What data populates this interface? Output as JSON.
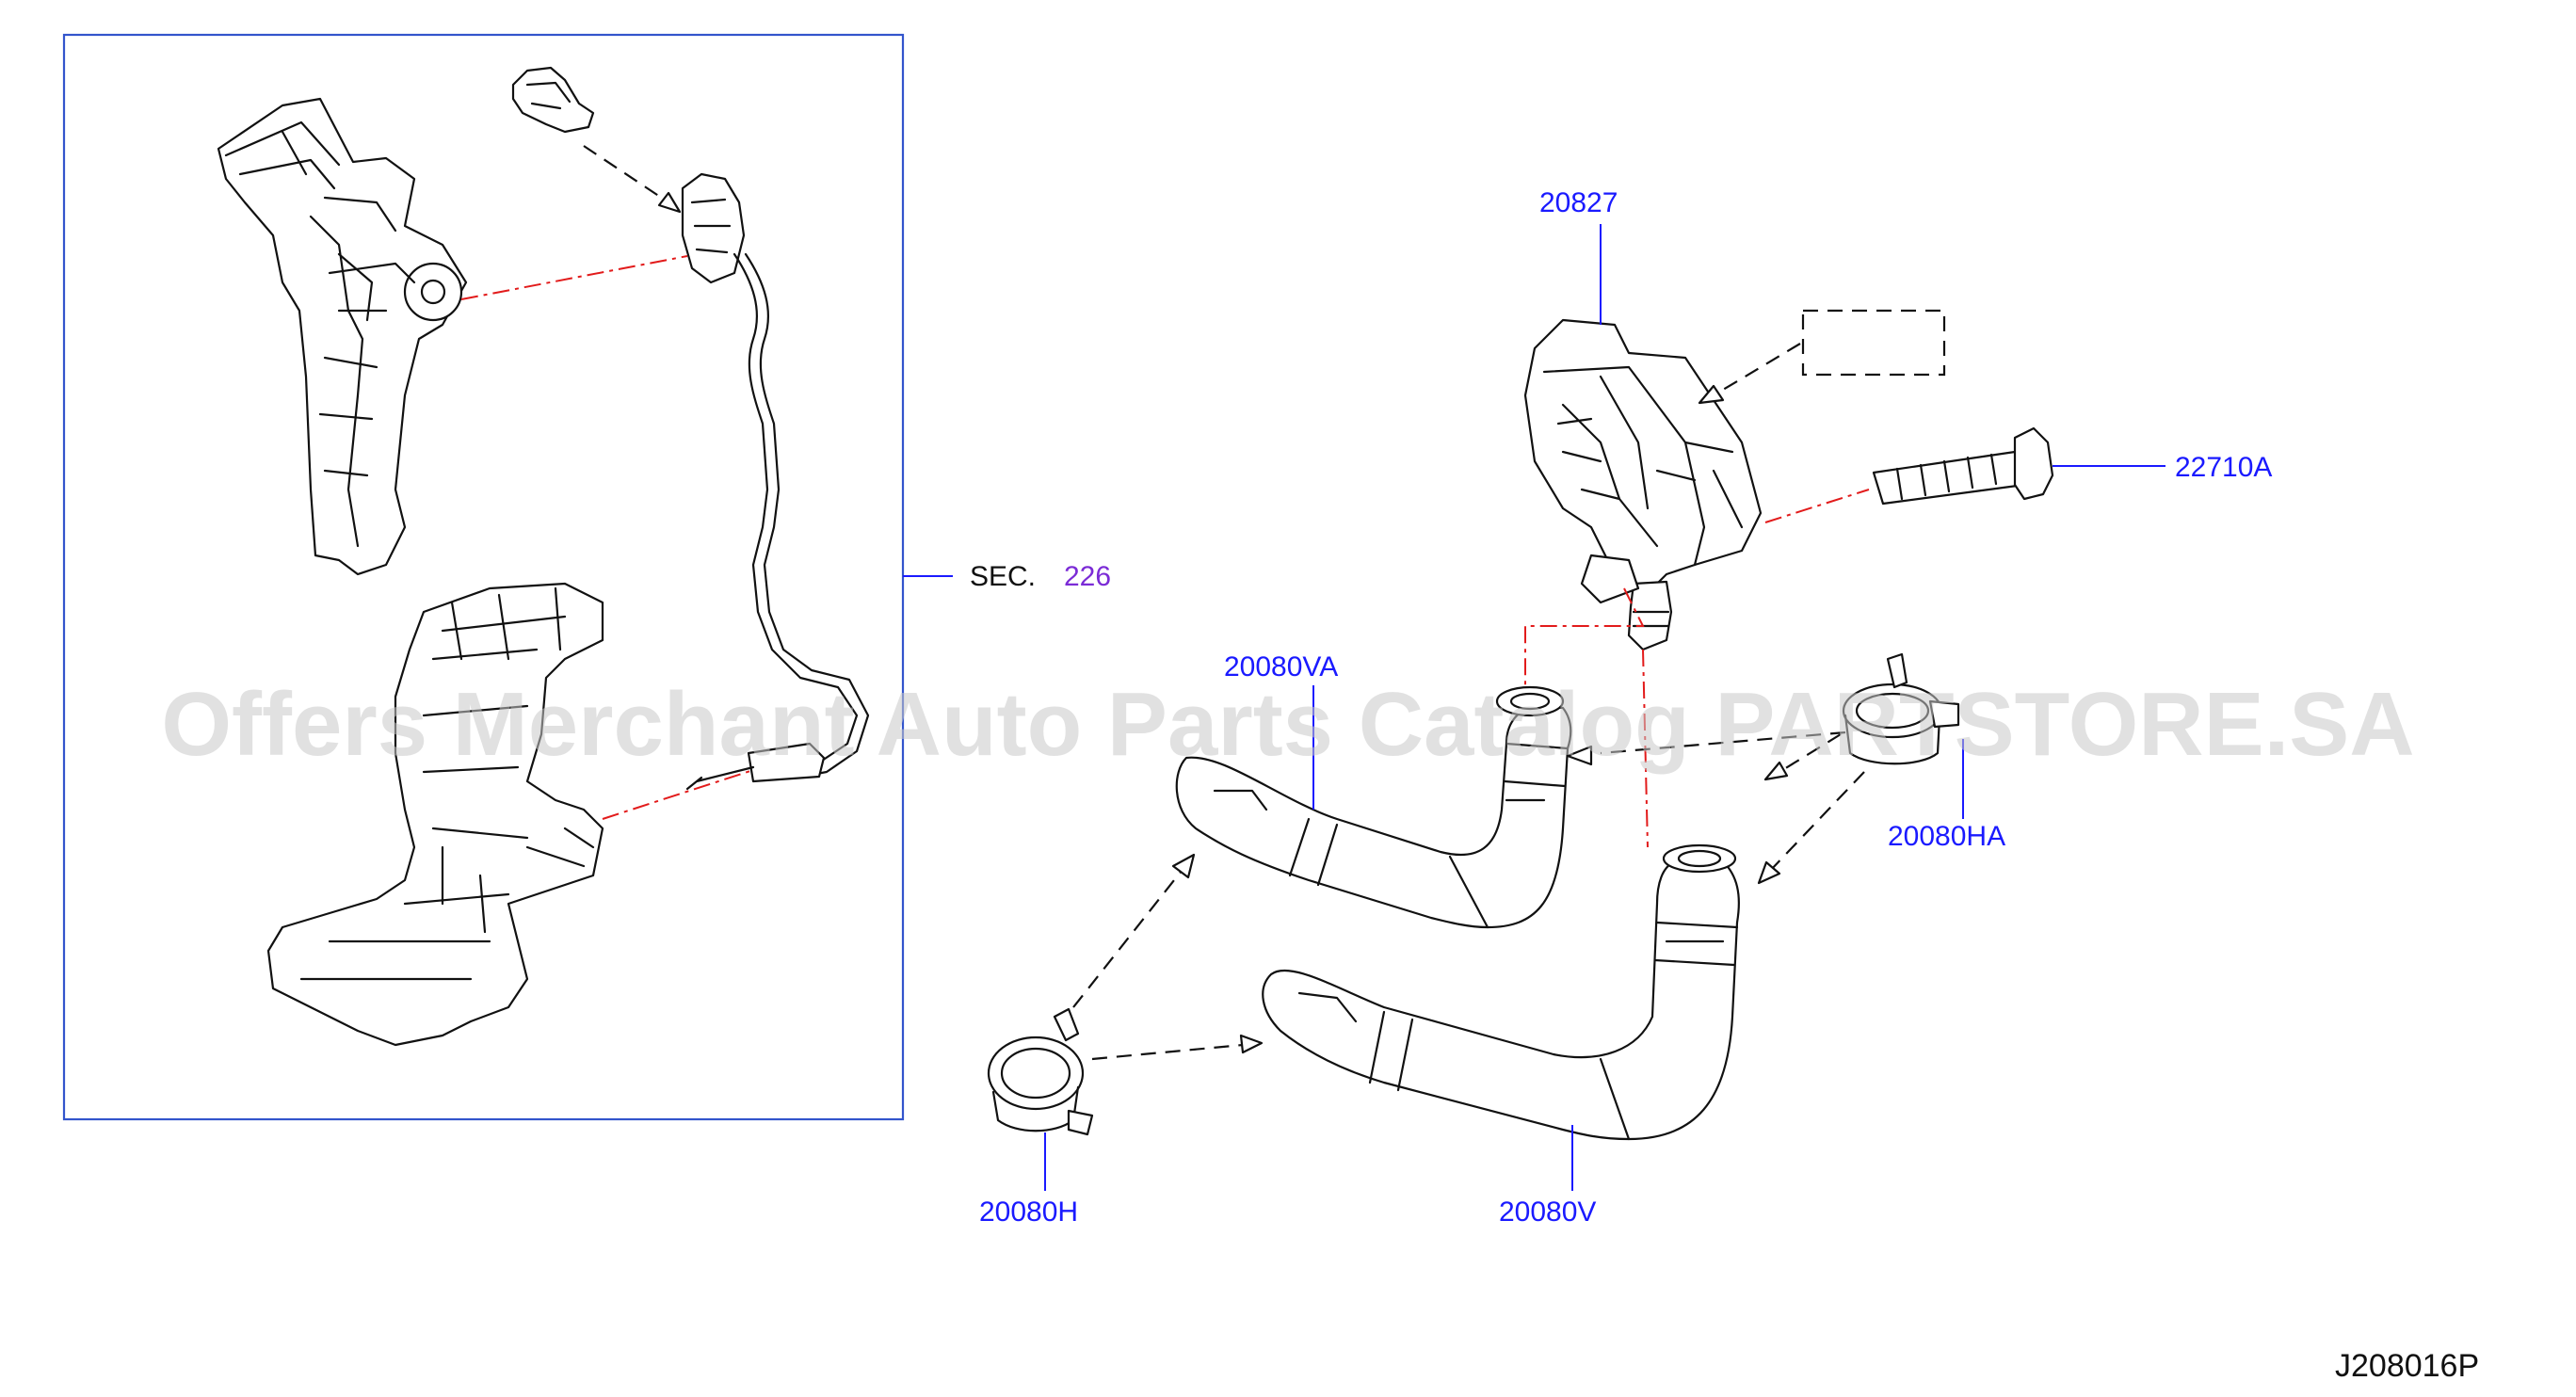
{
  "watermark": "Offers Merchant Auto Parts Catalog PARTSTORE.SA",
  "section_ref": {
    "prefix": "SEC.",
    "number": "226"
  },
  "parts": [
    {
      "id": "p-20827",
      "label": "20827"
    },
    {
      "id": "p-22710a",
      "label": "22710A"
    },
    {
      "id": "p-20080va",
      "label": "20080VA"
    },
    {
      "id": "p-20080ha",
      "label": "20080HA"
    },
    {
      "id": "p-20080h",
      "label": "20080H"
    },
    {
      "id": "p-20080v",
      "label": "20080V"
    }
  ],
  "diagram_code": "J208016P",
  "colors": {
    "label": "#1a1aff",
    "section_number": "#7b2bd6",
    "phantom_line": "#e21b1b",
    "frame": "#3355cc"
  }
}
